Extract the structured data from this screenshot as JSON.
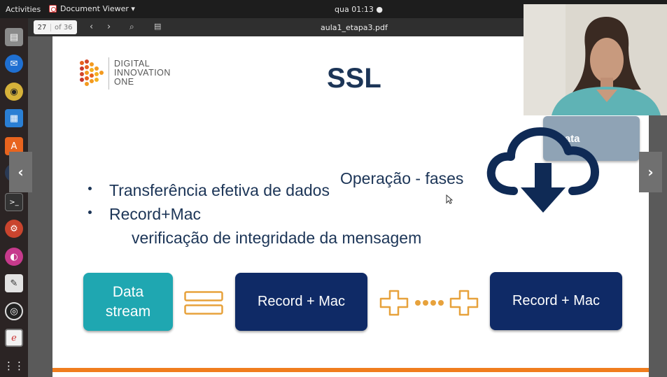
{
  "topbar": {
    "activities": "Activities",
    "app_name": "Document Viewer ▾",
    "clock": "qua 01:13 ●"
  },
  "viewer": {
    "page_current": "27",
    "page_total": "of 36",
    "filename": "aula1_etapa3.pdf"
  },
  "dock": {
    "icons": [
      "file-manager-icon",
      "thunderbird-icon",
      "rhythmbox-icon",
      "libreoffice-writer-icon",
      "software-center-icon",
      "globe-icon",
      "terminal-icon",
      "settings-icon",
      "browser-icon",
      "text-editor-icon",
      "obs-icon",
      "document-viewer-icon",
      "app-grid-icon"
    ]
  },
  "slide": {
    "logo_lines": [
      "DIGITAL",
      "INNOVATION",
      "ONE"
    ],
    "title": "SSL",
    "subtitle": "Operação - fases",
    "bullet1": "Transferência efetiva de dados",
    "bullet2": "Record+Mac",
    "bullet2_detail": "verificação de integridade da mensagem",
    "data_top_label": "Data",
    "box_data_stream": "Data stream",
    "box_record1": "Record + Mac",
    "box_record2": "Record + Mac"
  },
  "colors": {
    "navy": "#1c3557",
    "teal": "#1fa7b1",
    "box_navy": "#0f2a66",
    "orange": "#f07d1e",
    "operator_outline": "#e7a23c"
  }
}
